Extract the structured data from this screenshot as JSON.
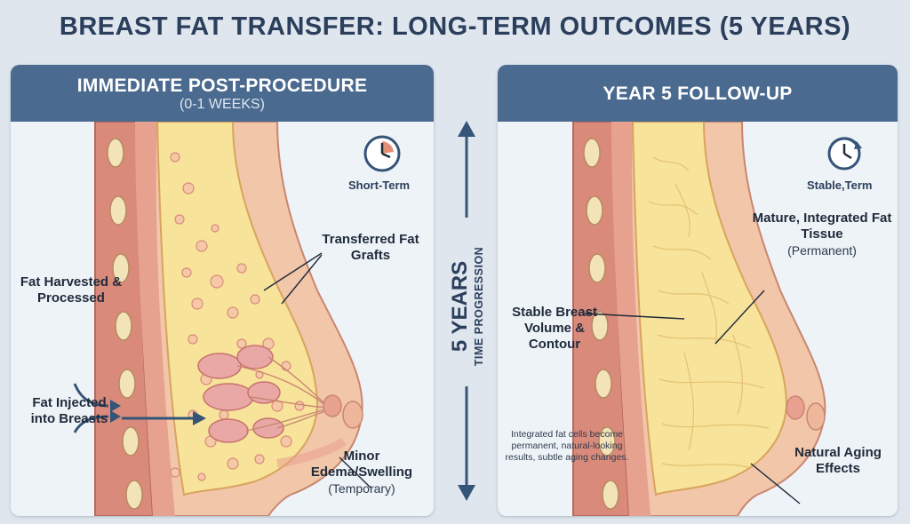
{
  "title": "BREAST FAT TRANSFER: LONG-TERM OUTCOMES (5 YEARS)",
  "colors": {
    "header_bg": "#4b6a8f",
    "title_text": "#2b3f5c",
    "skin": "#f2c6a8",
    "fat": "#f7e39a",
    "muscle": "#d98a7a",
    "arrow": "#345478"
  },
  "left_panel": {
    "title": "IMMEDIATE POST-PROCEDURE",
    "subtitle": "(0-1 WEEKS)",
    "clock_label": "Short-Term",
    "clock_icon": "clock-icon",
    "labels": {
      "grafts": "Transferred Fat Grafts",
      "harvested": "Fat Harvested & Processed",
      "injected": "Fat Injected into Breasts",
      "edema": "Minor Edema/Swelling",
      "edema_sub": "(Temporary)"
    }
  },
  "center": {
    "years": "5 YEARS",
    "progression": "TIME PROGRESSION"
  },
  "right_panel": {
    "title": "YEAR 5 FOLLOW-UP",
    "clock_label": "Stable,Term",
    "clock_icon": "clock-cycle-icon",
    "labels": {
      "mature": "Mature, Integrated Fat Tissue",
      "mature_sub": "(Permanent)",
      "stable": "Stable Breast Volume & Contour",
      "aging": "Natural Aging Effects",
      "note": "Integrated fat cells become permanent, natural-looking results, subtle aging changes."
    }
  }
}
